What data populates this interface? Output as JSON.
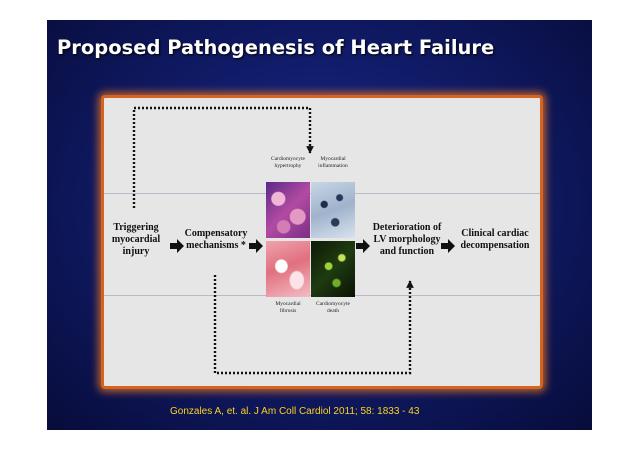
{
  "slide": {
    "title": "Proposed Pathogenesis of Heart Failure",
    "citation": "Gonzales A, et. al. J Am Coll Cardiol 2011; 58: 1833 - 43"
  },
  "diagram": {
    "nodes": {
      "triggering": [
        "Triggering",
        "myocardial",
        "injury"
      ],
      "compensatory": [
        "Compensatory",
        "mechanisms *"
      ],
      "deterioration": [
        "Deterioration of",
        "LV morphology",
        "and function"
      ],
      "clinical": [
        "Clinical cardiac",
        "decompensation"
      ]
    },
    "images": {
      "hypertrophy": [
        "Cardiomyocyte",
        "hypertrophy"
      ],
      "inflammation": [
        "Myocardial",
        "inflammation"
      ],
      "fibrosis": [
        "Myocardial",
        "fibrosis"
      ],
      "death": [
        "Cardiomyocyte",
        "death"
      ]
    }
  },
  "colors": {
    "slide_bg": "#111c6a",
    "title": "#ffffff",
    "panel_border": "#d6631e",
    "citation": "#ffd21e"
  }
}
